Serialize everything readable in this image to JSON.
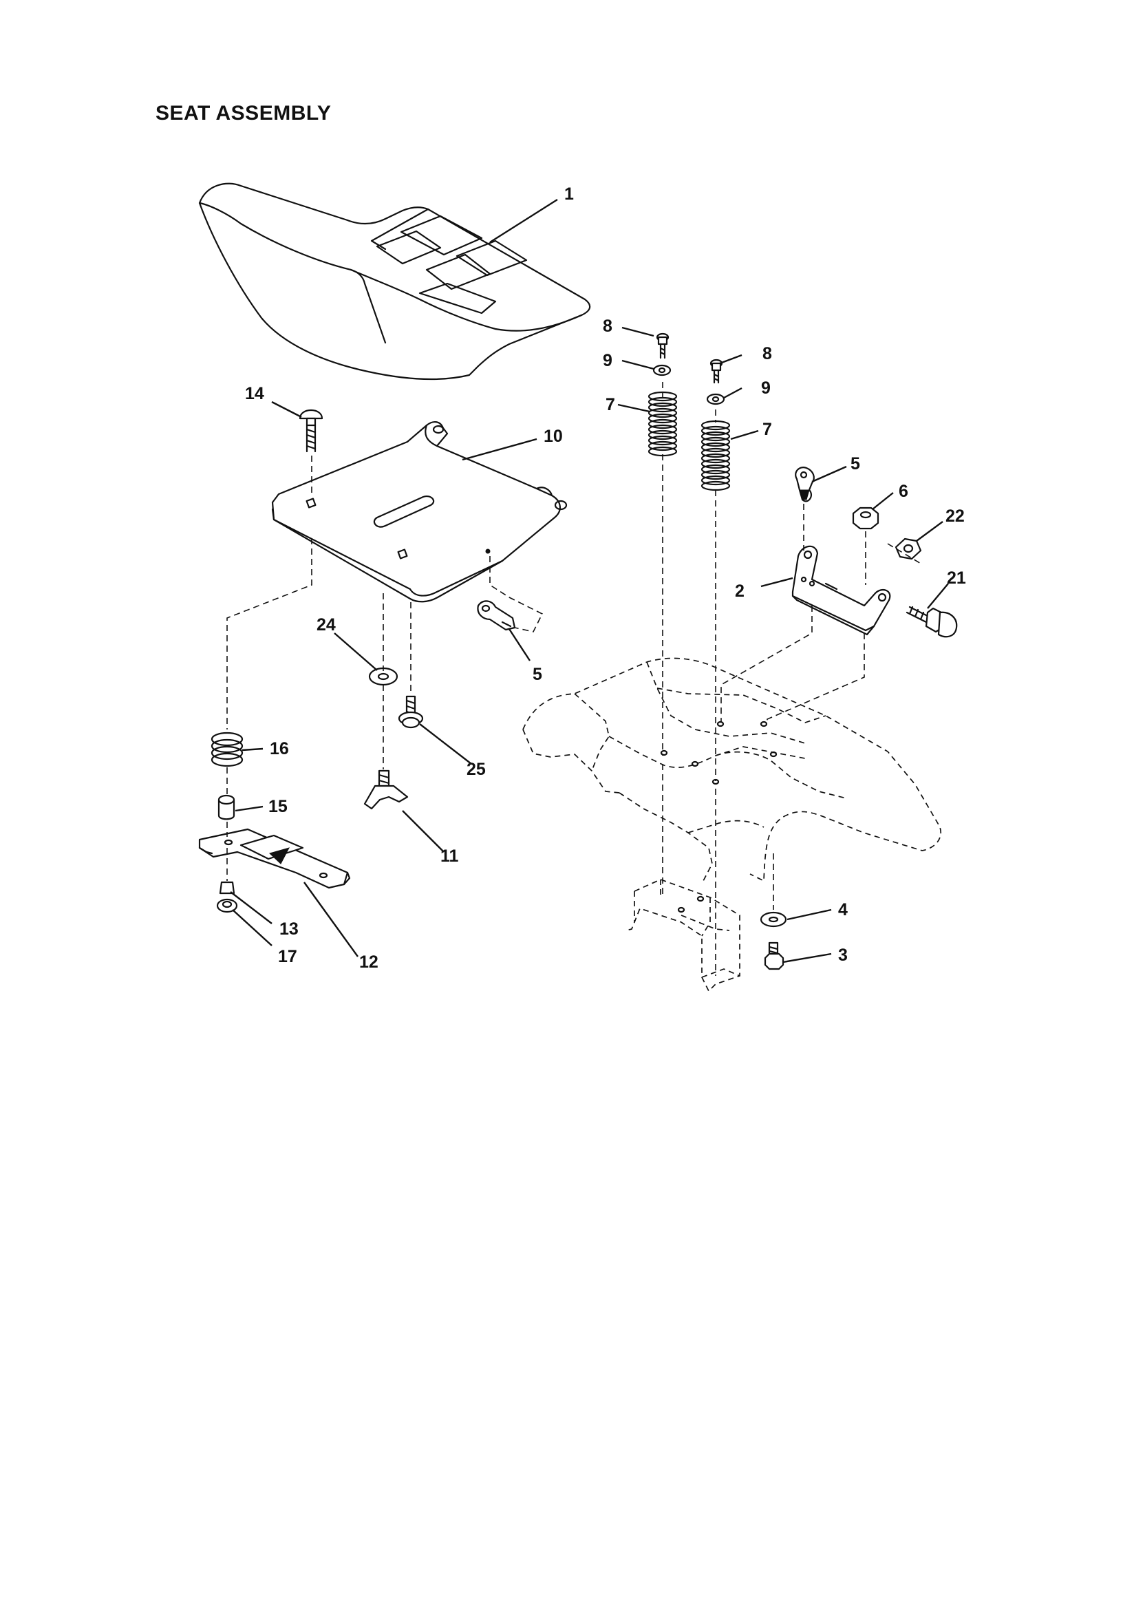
{
  "title": "SEAT ASSEMBLY",
  "callouts": [
    "1",
    "2",
    "3",
    "4",
    "5",
    "5",
    "6",
    "7",
    "7",
    "8",
    "8",
    "9",
    "9",
    "10",
    "11",
    "12",
    "13",
    "14",
    "15",
    "16",
    "17",
    "21",
    "22",
    "24",
    "25"
  ]
}
